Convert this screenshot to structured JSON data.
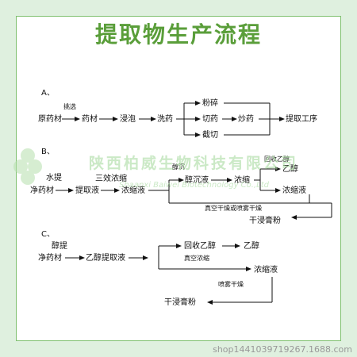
{
  "title": "提取物生产流程",
  "colors": {
    "frame_bg": "#dff0df",
    "border": "#7fc06f",
    "title": "#5a9e3a",
    "watermark": "#a9dba0"
  },
  "sections": {
    "a": "A、",
    "b": "B、",
    "c": "C、"
  },
  "a": {
    "pick_label": "挑选",
    "raw": "原药材",
    "herb": "药材",
    "soak": "浸泡",
    "wash": "洗药",
    "crush": "粉碎",
    "slice": "切药",
    "cut": "截切",
    "fry": "炒药",
    "extract": "提取工序"
  },
  "b": {
    "water_label": "水提",
    "clean": "净药材",
    "extract_liquid": "提取液",
    "triple_label": "三效浓缩",
    "concentrate": "浓缩液",
    "settle_label": "醇沉",
    "alcohol_settle": "醇沉液",
    "conc": "浓缩",
    "recover_label": "回收乙醇",
    "ethanol": "乙醇",
    "concentrate2": "浓缩液",
    "dry_label": "真空干燥或喷雾干燥",
    "powder": "干浸膏粉"
  },
  "c": {
    "alc_label": "醇提",
    "clean": "净药材",
    "alc_extract": "乙醇提取液",
    "recover": "回收乙醇",
    "ethanol": "乙醇",
    "vac_label": "真空浓缩",
    "concentrate": "浓缩液",
    "spray_label": "喷雾干燥",
    "powder": "干浸膏粉"
  },
  "watermark": {
    "cn": "陕西柏威生物科技有限公司",
    "en": "Shaanxi Baiwei Biotechnology Co.,Ltd"
  },
  "footer": "shop1441039719267.1688.com"
}
